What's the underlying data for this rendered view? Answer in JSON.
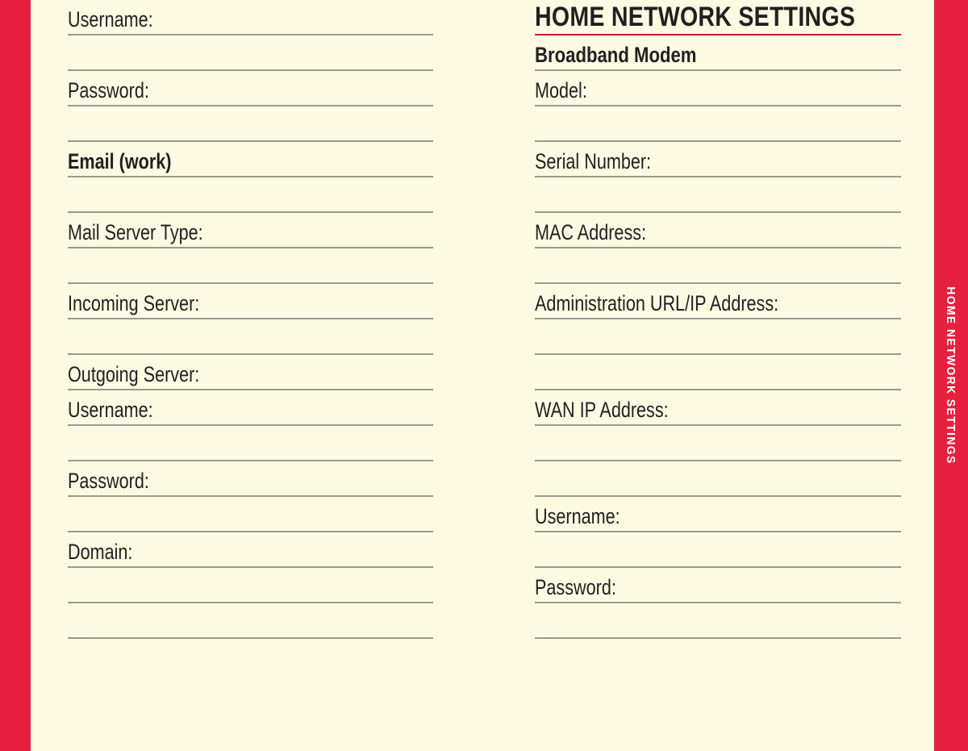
{
  "page": {
    "background_color": "#fcfae2",
    "accent_color": "#e8203f",
    "rule_color": "#9a9a8e",
    "red_rule_color": "#d2173b",
    "text_color": "#231f20"
  },
  "side_tab": {
    "label": "HOME NETWORK SETTINGS"
  },
  "left_column": {
    "rows": [
      {
        "label": "Username:",
        "style": "plain",
        "rule": "gray"
      },
      {
        "label": "",
        "style": "blank",
        "rule": "gray"
      },
      {
        "label": "Password:",
        "style": "plain",
        "rule": "gray"
      },
      {
        "label": "",
        "style": "blank",
        "rule": "gray"
      },
      {
        "label": "Email (work)",
        "style": "bold",
        "rule": "gray"
      },
      {
        "label": "",
        "style": "blank",
        "rule": "gray"
      },
      {
        "label": "Mail Server Type:",
        "style": "plain",
        "rule": "gray"
      },
      {
        "label": "",
        "style": "blank",
        "rule": "gray"
      },
      {
        "label": "Incoming Server:",
        "style": "plain",
        "rule": "gray"
      },
      {
        "label": "",
        "style": "blank",
        "rule": "gray"
      },
      {
        "label": "Outgoing Server:",
        "style": "plain",
        "rule": "gray"
      },
      {
        "label": "Username:",
        "style": "plain",
        "rule": "gray"
      },
      {
        "label": "",
        "style": "blank",
        "rule": "gray"
      },
      {
        "label": "Password:",
        "style": "plain",
        "rule": "gray"
      },
      {
        "label": "",
        "style": "blank",
        "rule": "gray"
      },
      {
        "label": "Domain:",
        "style": "plain",
        "rule": "gray"
      },
      {
        "label": "",
        "style": "blank",
        "rule": "gray"
      },
      {
        "label": "",
        "style": "blank",
        "rule": "gray"
      },
      {
        "label": "",
        "style": "blank",
        "rule": "none"
      }
    ]
  },
  "right_column": {
    "rows": [
      {
        "label": "HOME NETWORK SETTINGS",
        "style": "heading",
        "rule": "red"
      },
      {
        "label": "Broadband Modem",
        "style": "subheading",
        "rule": "gray"
      },
      {
        "label": "Model:",
        "style": "plain",
        "rule": "gray"
      },
      {
        "label": "",
        "style": "blank",
        "rule": "gray"
      },
      {
        "label": "Serial Number:",
        "style": "plain",
        "rule": "gray"
      },
      {
        "label": "",
        "style": "blank",
        "rule": "gray"
      },
      {
        "label": "MAC Address:",
        "style": "plain",
        "rule": "gray"
      },
      {
        "label": "",
        "style": "blank",
        "rule": "gray"
      },
      {
        "label": "Administration URL/IP Address:",
        "style": "plain",
        "rule": "gray"
      },
      {
        "label": "",
        "style": "blank",
        "rule": "gray"
      },
      {
        "label": "",
        "style": "blank",
        "rule": "gray"
      },
      {
        "label": "WAN IP Address:",
        "style": "plain",
        "rule": "gray"
      },
      {
        "label": "",
        "style": "blank",
        "rule": "gray"
      },
      {
        "label": "",
        "style": "blank",
        "rule": "gray"
      },
      {
        "label": "Username:",
        "style": "plain",
        "rule": "gray"
      },
      {
        "label": "",
        "style": "blank",
        "rule": "gray"
      },
      {
        "label": "Password:",
        "style": "plain",
        "rule": "gray"
      },
      {
        "label": "",
        "style": "blank",
        "rule": "gray"
      },
      {
        "label": "",
        "style": "blank",
        "rule": "none"
      }
    ]
  }
}
